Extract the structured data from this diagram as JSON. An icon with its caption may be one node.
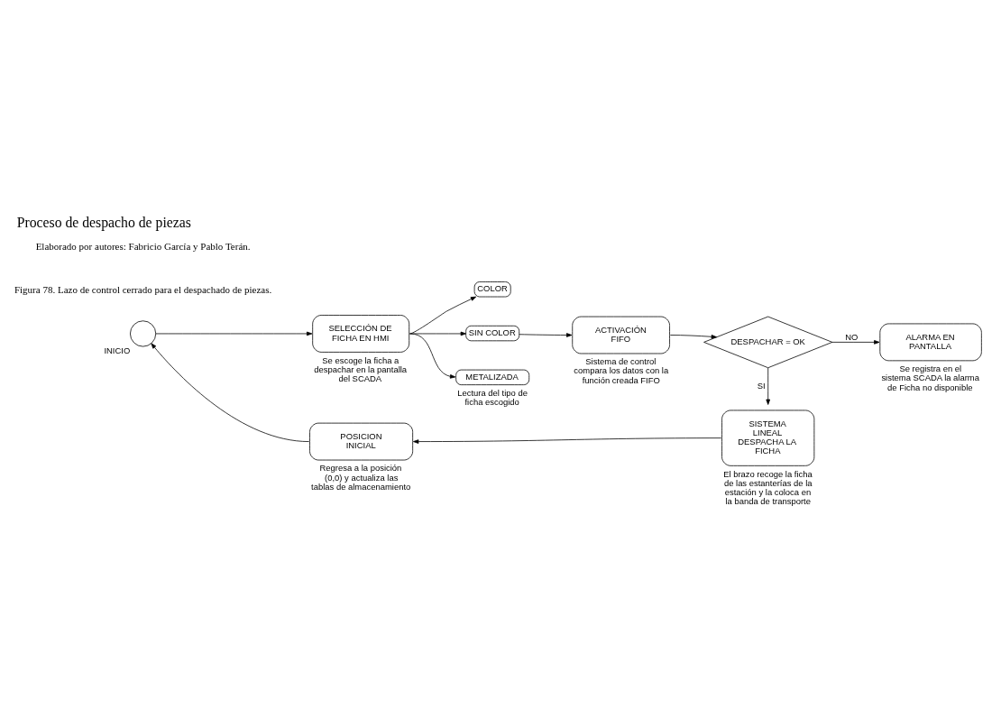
{
  "diagram": {
    "title": "Proceso de despacho de piezas",
    "caption": "Figura 78. Lazo de control cerrado para el despachado de piezas.",
    "nodes": [
      {
        "text": [],
        "shape": "circle",
        "beside": [
          "INICIO"
        ]
      },
      {
        "text": [
          "SELECCIÓN DE FICHA EN HMI"
        ],
        "beside": [
          "Se escoge la ficha a despachar en la pantalla del SCADA"
        ]
      },
      {
        "text": [
          "COLOR"
        ]
      },
      {
        "text": [
          "SIN COLOR"
        ]
      },
      {
        "text": [
          "METALIZADA"
        ],
        "beside": [
          "Lectura del tipo de ficha escogido"
        ]
      },
      {
        "text": [
          "ACTIVACIÓN FIFO"
        ],
        "beside": [
          "Sistema de control compara los datos con la función creada FIFO"
        ]
      },
      {
        "text": [
          "DESPACHAR = OK"
        ]
      },
      {
        "text": [
          "ALARMA EN PANTALLA"
        ],
        "beside": [
          "Se registra en el sistema SCADA la alarma de Ficha no disponible"
        ]
      },
      {
        "text": [
          "SISTEMA LINEAL DESPACHA LA FICHA"
        ],
        "beside": [
          "El brazo recoge la ficha de las estanterías de la estación y la coloca en la banda de transporte"
        ]
      },
      {
        "text": [
          "POSICION INICIAL"
        ],
        "beside": [
          "Regresa a la posición (0,0) y actualiza las tablas de almacenamiento"
        ]
      }
    ],
    "edges": [
      {
        "from": 0,
        "to": 1,
        "arrow": "to"
      },
      {
        "from": 1,
        "to": 2,
        "arrow": "to"
      },
      {
        "from": 1,
        "to": 3,
        "arrow": "to"
      },
      {
        "from": 1,
        "to": 4,
        "arrow": "to"
      },
      {
        "from": 3,
        "to": 5,
        "arrow": "to"
      },
      {
        "from": 5,
        "to": 6,
        "arrow": "to"
      },
      {
        "from": 6,
        "to": 7,
        "arrow": "to",
        "label": "NO"
      },
      {
        "from": 6,
        "to": 8,
        "arrow": "to",
        "label": "SI"
      },
      {
        "from": 8,
        "to": 9,
        "arrow": "to"
      },
      {
        "from": 9,
        "to": 0,
        "arrow": "to"
      }
    ],
    "labels": [
      "Elaborado por autores: Fabricio García y Pablo Terán."
    ]
  }
}
